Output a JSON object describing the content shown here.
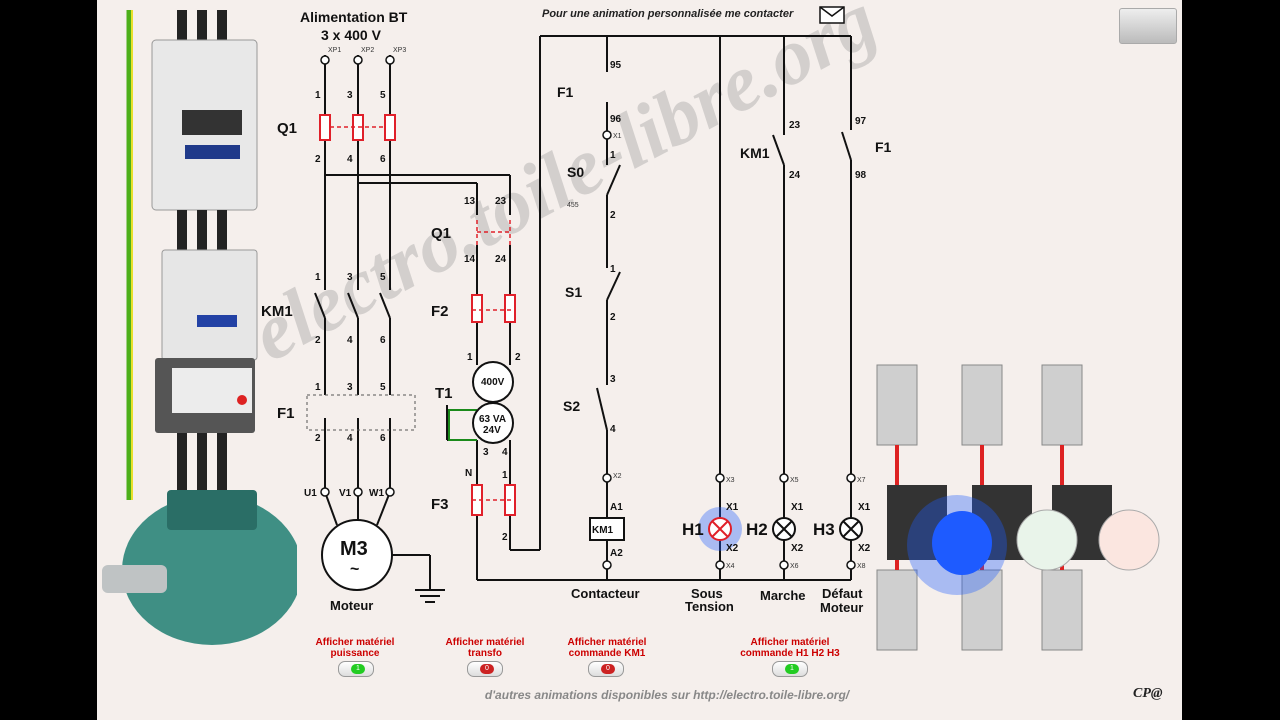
{
  "header": {
    "supply_title": "Alimentation BT",
    "supply_voltage": "3 x 400 V",
    "contact": "Pour une animation personnalisée me contacter"
  },
  "phases": [
    "XP1",
    "XP2",
    "XP3"
  ],
  "power": {
    "q1": "Q1",
    "km1": "KM1",
    "f1": "F1",
    "terminals": [
      "U1",
      "V1",
      "W1"
    ],
    "motor": "M3",
    "motor_symbol": "~",
    "motor_label": "Moteur"
  },
  "transfo": {
    "q1": "Q1",
    "f2": "F2",
    "t1": "T1",
    "primary": "400V",
    "rating": "63 VA",
    "secondary": "24V",
    "f3": "F3",
    "n": "N"
  },
  "command": {
    "f1": "F1",
    "s0": "S0",
    "s0_code": "455",
    "s1": "S1",
    "s2": "S2",
    "km1_coil": "KM1",
    "km1": "KM1",
    "f1b": "F1",
    "h1": "H1",
    "h2": "H2",
    "h3": "H3",
    "x_terms": [
      "X1",
      "X2",
      "X3",
      "X4",
      "X5",
      "X6",
      "X7",
      "X8"
    ],
    "contacteur": "Contacteur",
    "sous_tension": "Sous\nTension",
    "marche": "Marche",
    "defaut": "Défaut\nMoteur"
  },
  "numbers": {
    "n1": "1",
    "n2": "2",
    "n3": "3",
    "n4": "4",
    "n5": "5",
    "n6": "6",
    "n13": "13",
    "n14": "14",
    "n23": "23",
    "n24": "24",
    "n95": "95",
    "n96": "96",
    "n97": "97",
    "n98": "98",
    "a1": "A1",
    "a2": "A2"
  },
  "toggles": [
    {
      "label": "Afficher matériel puissance",
      "state": "on"
    },
    {
      "label": "Afficher matériel transfo",
      "state": "off"
    },
    {
      "label": "Afficher matériel commande KM1",
      "state": "off"
    },
    {
      "label": "Afficher matériel commande H1 H2 H3",
      "state": "on"
    }
  ],
  "footer": "d'autres animations disponibles sur http://electro.toile-libre.org/",
  "watermark": "electro.toile-libre.org",
  "signature": "CP@",
  "colors": {
    "background": "#f5efec",
    "wire": "#111111",
    "fuse": "#e0202a",
    "lamp_on": "#1e5bff",
    "toggle_on": "#22cc22",
    "toggle_off": "#cc2222"
  }
}
